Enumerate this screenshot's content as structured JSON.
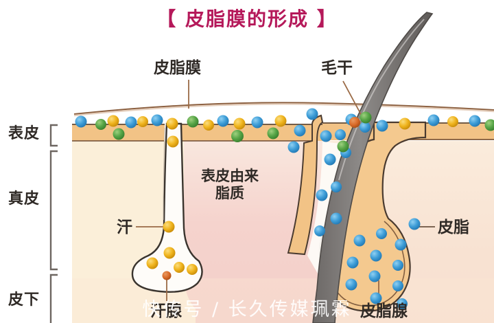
{
  "title": "【 皮脂膜的形成 】",
  "title_color": "#b5195a",
  "layers": [
    {
      "id": "epidermis",
      "label": "表皮"
    },
    {
      "id": "dermis",
      "label": "真皮"
    },
    {
      "id": "subcutaneous",
      "label": "皮下"
    }
  ],
  "callouts": {
    "sebum_film": "皮脂膜",
    "hair_shaft": "毛干",
    "epidermal_lipid_line1": "表皮由来",
    "epidermal_lipid_line2": "脂质",
    "sweat": "汗",
    "sweat_gland": "汗腺",
    "sebum": "皮脂",
    "sebaceous_gland": "皮脂腺"
  },
  "watermark": "快传号 / 长久传媒珮霖",
  "palette": {
    "epidermis_fill": "#f2c386",
    "dermis_fill": "#fbefd9",
    "dermis_pink": "#f6d7d3",
    "outline": "#4a3b30",
    "hair_shaft": "#7d7a78",
    "gland_white": "#fefcf9",
    "dot_blue": "#3c9bd6",
    "dot_green": "#56a447",
    "dot_yellow": "#efb21f",
    "dot_orange": "#d96a28",
    "leader_line": "#9a6a45",
    "bracket": "#6d6661"
  },
  "chart_data": {
    "type": "diagram",
    "subject": "Formation of the sebum film (skin cross-section)",
    "surface_particles": {
      "blue_count": 13,
      "green_count": 7,
      "yellow_count": 9,
      "meaning": "sebum, epidermis-derived lipids and sweat mixing on the skin surface"
    },
    "sebaceous_gland_particles": {
      "blue_count": 14
    },
    "sweat_gland_particles": {
      "yellow_count": 5,
      "orange_count": 1
    }
  }
}
